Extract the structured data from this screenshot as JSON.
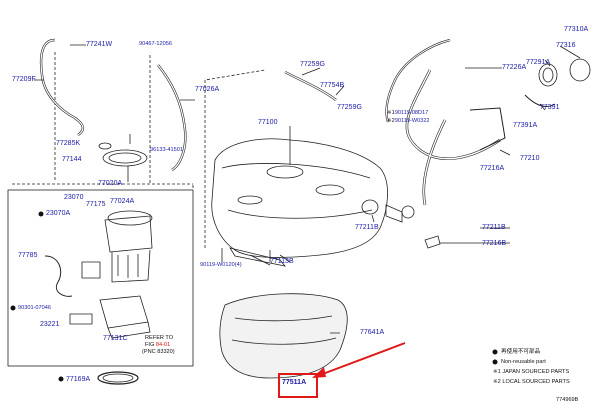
{
  "callouts": [
    {
      "key": "p77241W",
      "text": "77241W"
    },
    {
      "key": "p90467_12056",
      "text": "90467-12056"
    },
    {
      "key": "p77209F",
      "text": "77209F"
    },
    {
      "key": "p77026A",
      "text": "77026A"
    },
    {
      "key": "p96133_41501",
      "text": "96133-41501"
    },
    {
      "key": "p77285K",
      "text": "77285K"
    },
    {
      "key": "p77144",
      "text": "77144"
    },
    {
      "key": "p77020A",
      "text": "77020A"
    },
    {
      "key": "p23070",
      "text": "23070"
    },
    {
      "key": "p23070A",
      "text": "23070A"
    },
    {
      "key": "p77175",
      "text": "77175"
    },
    {
      "key": "p77024A",
      "text": "77024A"
    },
    {
      "key": "p77785",
      "text": "77785"
    },
    {
      "key": "p90301_07046",
      "text": "90301-07046"
    },
    {
      "key": "p23221",
      "text": "23221"
    },
    {
      "key": "p77131C",
      "text": "77131C"
    },
    {
      "key": "p77169A",
      "text": "77169A"
    },
    {
      "key": "p77259G_top",
      "text": "77259G"
    },
    {
      "key": "p77754B",
      "text": "77754B"
    },
    {
      "key": "p77259G_mid",
      "text": "77259G"
    },
    {
      "key": "p77100",
      "text": "77100"
    },
    {
      "key": "p90119_08D17",
      "text": "90119-08D17"
    },
    {
      "key": "p90119_W0322",
      "text": "90119-W0322"
    },
    {
      "key": "p77113B",
      "text": "77113B"
    },
    {
      "key": "p90119_W0120",
      "text": "90119-W0120(4)"
    },
    {
      "key": "p77211B_left",
      "text": "77211B"
    },
    {
      "key": "p77226A",
      "text": "77226A"
    },
    {
      "key": "p77291A",
      "text": "77291A"
    },
    {
      "key": "p77316",
      "text": "77316"
    },
    {
      "key": "p77310A",
      "text": "77310A"
    },
    {
      "key": "p77391",
      "text": "77391"
    },
    {
      "key": "p77391A",
      "text": "77391A"
    },
    {
      "key": "p77210",
      "text": "77210"
    },
    {
      "key": "p77216A",
      "text": "77216A"
    },
    {
      "key": "p77211B_right",
      "text": "77211B"
    },
    {
      "key": "p77216B",
      "text": "77216B"
    },
    {
      "key": "p77641A",
      "text": "77641A"
    },
    {
      "key": "p77511A",
      "text": "77511A"
    }
  ],
  "refer": {
    "line1": "REFER TO",
    "line2_prefix": "FIG ",
    "fig": "84-01",
    "line3": "(PNC 83320)"
  },
  "notes": {
    "note_1_symbol": "※1",
    "note_2_symbol": "※2",
    "legend_1": "再使用不可部品",
    "legend_2": "Non-reusable part",
    "legend_3": "※1 JAPAN SOURCED PARTS",
    "legend_4": "※2 LOCAL SOURCED PARTS"
  },
  "figure_id": "774969B",
  "colors": {
    "callout": "#1a1aa8",
    "line": "#222222",
    "highlight": "#e01818"
  }
}
